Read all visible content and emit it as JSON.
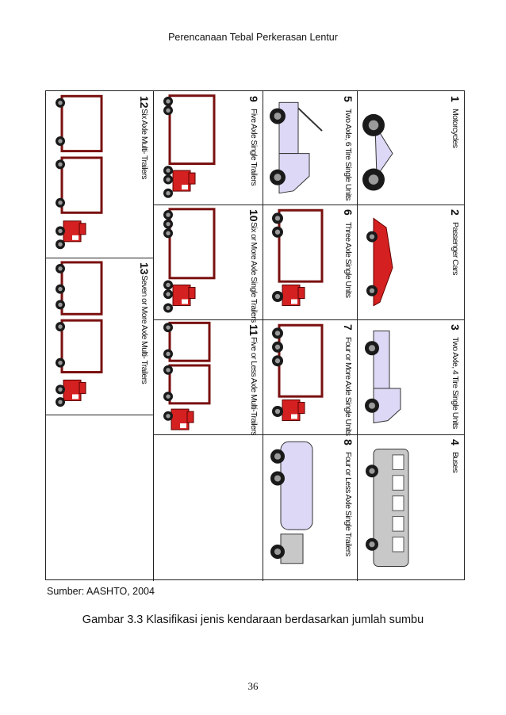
{
  "header": {
    "title": "Perencanaan Tebal Perkerasan Lentur"
  },
  "figure": {
    "classes": [
      {
        "num": "1",
        "label": "Motorcycles",
        "icon": "motorcycle-icon"
      },
      {
        "num": "2",
        "label": "Passenger Cars",
        "icon": "passenger-car-icon"
      },
      {
        "num": "3",
        "label": "Two Axle, 4 Tire Single Units",
        "icon": "pickup-truck-icon"
      },
      {
        "num": "4",
        "label": "Buses",
        "icon": "bus-icon"
      },
      {
        "num": "5",
        "label": "Two Axle, 6 Tire Single Units",
        "icon": "tow-truck-icon"
      },
      {
        "num": "6",
        "label": "Three Axle Single Units",
        "icon": "three-axle-truck-icon"
      },
      {
        "num": "7",
        "label": "Four or More Axle Single Units",
        "icon": "four-axle-truck-icon"
      },
      {
        "num": "8",
        "label": "Four or Less Axle Single Trailers",
        "icon": "tanker-truck-icon"
      },
      {
        "num": "9",
        "label": "Five Axle Single Trailers",
        "icon": "five-axle-semi-trailer-icon"
      },
      {
        "num": "10",
        "label": "Six or More Axle Single Trailers",
        "icon": "six-axle-semi-trailer-icon"
      },
      {
        "num": "11",
        "label": "Five or Less Axle Multi-Trailers",
        "icon": "five-axle-double-trailer-icon"
      },
      {
        "num": "12",
        "label": "Six Axle Multi- Trailers",
        "icon": "six-axle-double-trailer-icon"
      },
      {
        "num": "13",
        "label": "Seven or More Axle Multi- Trailers",
        "icon": "seven-axle-double-trailer-icon"
      }
    ]
  },
  "source": "Sumber: AASHTO, 2004",
  "caption": "Gambar 3.3 Klasifikasi jenis kendaraan berdasarkan jumlah sumbu",
  "page_number": "36",
  "colors": {
    "truck_red": "#d42020",
    "trailer_frame": "#7a1010",
    "light_vehicle": "#dcd8f5",
    "bus_gray": "#c8c8c8",
    "wheel": "#1a1a1a"
  }
}
